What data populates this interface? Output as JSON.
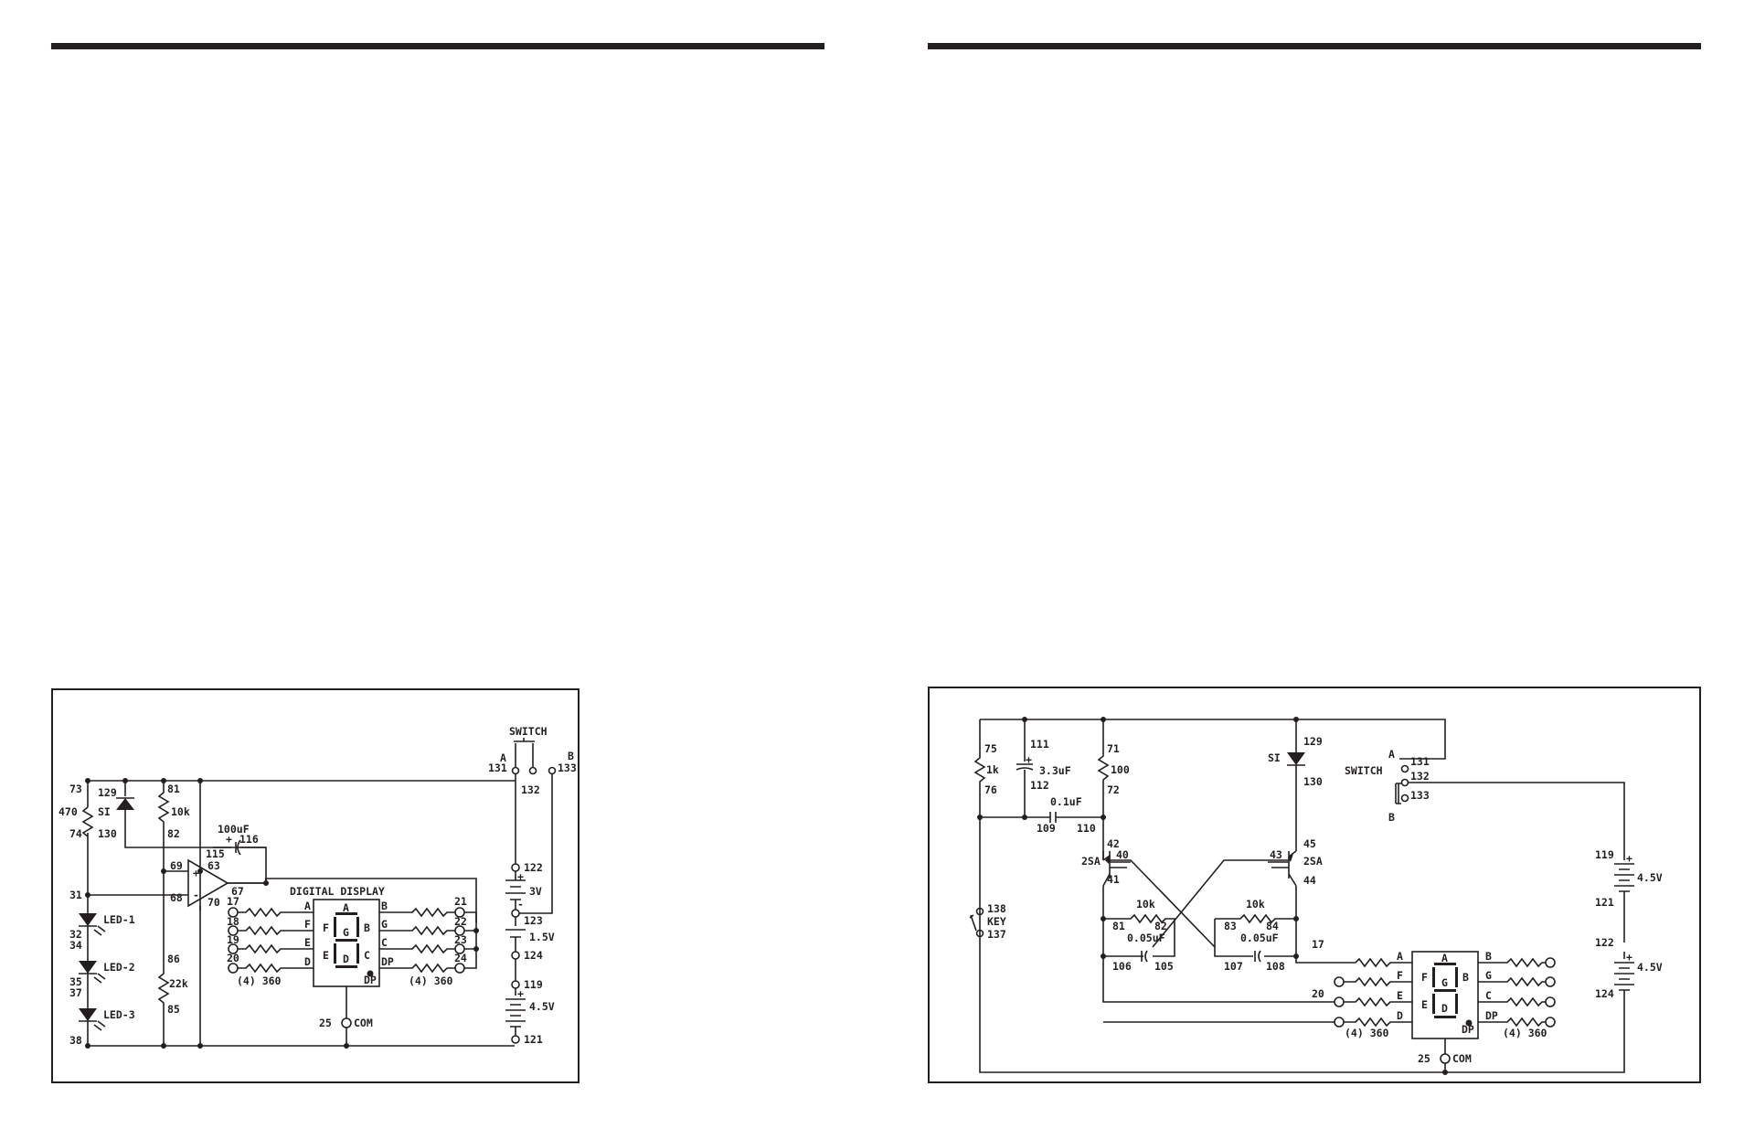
{
  "left_schematic": {
    "switch": {
      "title": "SWITCH",
      "a": "A",
      "b": "B",
      "n131": "131",
      "n132": "132",
      "n133": "133"
    },
    "r470": {
      "top": "73",
      "value": "470",
      "bottom": "74"
    },
    "diode": {
      "top": "129",
      "label": "SI",
      "bottom": "130"
    },
    "r10k": {
      "top": "81",
      "value": "10k",
      "bottom": "82"
    },
    "cap": {
      "value": "100uF",
      "n115": "115",
      "n116": "116"
    },
    "opamp": {
      "n63": "63",
      "n67": "67",
      "n68": "68",
      "n69": "69",
      "n70": "70"
    },
    "n31": "31",
    "leds": [
      {
        "label": "LED-1",
        "a": "32",
        "b": "34"
      },
      {
        "label": "LED-2",
        "a": "35",
        "b": "37"
      },
      {
        "label": "LED-3",
        "a": "38",
        "b": ""
      }
    ],
    "r22k": {
      "top": "86",
      "value": "22k",
      "bottom": "85"
    },
    "display": {
      "title": "DIGITAL DISPLAY",
      "com": "COM",
      "n25": "25",
      "left_pins": [
        "17",
        "18",
        "19",
        "20"
      ],
      "left_segs": [
        "A",
        "F",
        "E",
        "D"
      ],
      "right_pins": [
        "21",
        "22",
        "23",
        "24"
      ],
      "right_segs": [
        "B",
        "G",
        "C",
        "DP"
      ],
      "res_left": "(4) 360",
      "res_right": "(4) 360",
      "seg_a": "A",
      "seg_f": "F",
      "seg_g": "G",
      "seg_b": "B",
      "seg_e": "E",
      "seg_d": "D",
      "seg_c": "C",
      "seg_dp": "DP"
    },
    "batteries": [
      {
        "top": "122",
        "value": "3V",
        "bottom": "123"
      },
      {
        "top": "123",
        "value": "1.5V",
        "bottom": "124"
      },
      {
        "top": "119",
        "value": "4.5V",
        "bottom": "121"
      }
    ],
    "plus": "+",
    "minus": "-"
  },
  "right_schematic": {
    "r1k": {
      "top": "75",
      "value": "1k",
      "bottom": "76"
    },
    "c33": {
      "top": "111",
      "value": "3.3uF",
      "bottom": "112"
    },
    "r100": {
      "top": "71",
      "value": "100",
      "bottom": "72"
    },
    "c01": {
      "value": "0.1uF",
      "left": "109",
      "right": "110"
    },
    "diode": {
      "top": "129",
      "label": "SI",
      "bottom": "130"
    },
    "switch": {
      "title": "SWITCH",
      "a": "A",
      "b": "B",
      "n131": "131",
      "n132": "132",
      "n133": "133"
    },
    "q1": {
      "label": "2SA",
      "n40": "40",
      "n41": "41",
      "n42": "42"
    },
    "q2": {
      "label": "2SA",
      "n43": "43",
      "n44": "44",
      "n45": "45"
    },
    "r10k_a": {
      "value": "10k",
      "left": "81",
      "right": "82"
    },
    "r10k_b": {
      "value": "10k",
      "left": "83",
      "right": "84"
    },
    "c005_a": {
      "value": "0.05uF",
      "left": "106",
      "right": "105"
    },
    "c005_b": {
      "value": "0.05uF",
      "left": "107",
      "right": "108"
    },
    "key": {
      "label": "KEY",
      "top": "138",
      "bottom": "137"
    },
    "display": {
      "com": "COM",
      "n25": "25",
      "n17": "17",
      "n20": "20",
      "left_segs": [
        "A",
        "F",
        "E",
        "D"
      ],
      "right_segs": [
        "B",
        "G",
        "C",
        "DP"
      ],
      "res_left": "(4) 360",
      "res_right": "(4) 360",
      "seg_a": "A",
      "seg_f": "F",
      "seg_g": "G",
      "seg_b": "B",
      "seg_e": "E",
      "seg_d": "D",
      "seg_dp": "DP"
    },
    "batteries": [
      {
        "top": "119",
        "value": "4.5V",
        "bottom": "121"
      },
      {
        "top": "122",
        "value": "4.5V",
        "bottom": "124"
      }
    ],
    "plus": "+"
  }
}
